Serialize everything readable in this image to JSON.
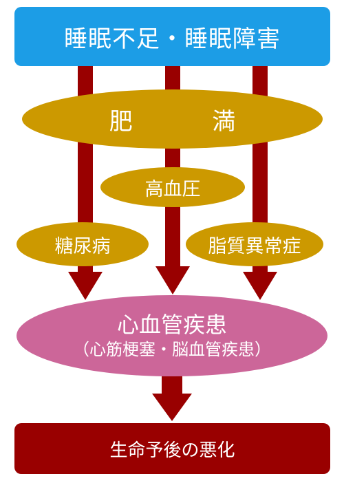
{
  "diagram": {
    "top_box": {
      "label": "睡眠不足・睡眠障害"
    },
    "obesity": {
      "label": "肥　満"
    },
    "hypertension": {
      "label": "高血圧"
    },
    "diabetes": {
      "label": "糖尿病"
    },
    "dyslipidemia": {
      "label": "脂質異常症"
    },
    "cvd": {
      "line1": "心血管疾患",
      "line2": "（心筋梗塞・脳血管疾患）"
    },
    "bottom_box": {
      "label": "生命予後の悪化"
    }
  },
  "colors": {
    "top_box": "#1c9de6",
    "ellipse_gold": "#cc9900",
    "cvd_pink": "#cc6699",
    "arrow_dark_red": "#990000",
    "bottom_box": "#990000"
  }
}
